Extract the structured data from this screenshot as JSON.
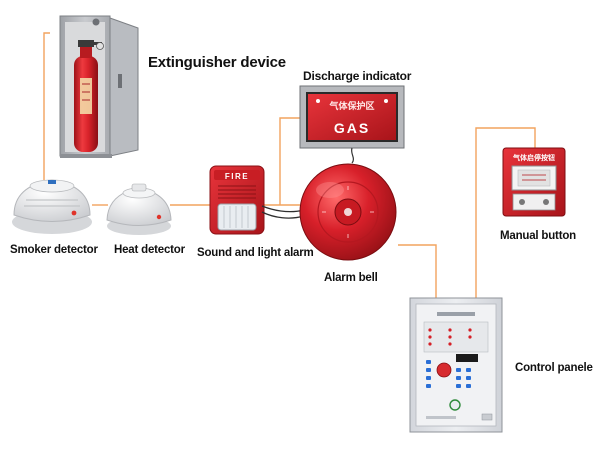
{
  "labels": {
    "extinguisher": "Extinguisher device",
    "discharge": "Discharge indicator",
    "smoke": "Smoker detector",
    "heat": "Heat detector",
    "sound_light": "Sound and light alarm",
    "bell": "Alarm bell",
    "manual": "Manual button",
    "control": "Control panele"
  },
  "device_text": {
    "gas_sign": "GAS",
    "sign_cn": "气体保护区",
    "fire_sign": "FIRE",
    "manual_cn": "气体启停按钮"
  },
  "colors": {
    "wire": "#f2a35e",
    "cylinder_red": "#d8232a",
    "bell_red": "#d01c22",
    "panel_gray": "#e4e6ea"
  }
}
